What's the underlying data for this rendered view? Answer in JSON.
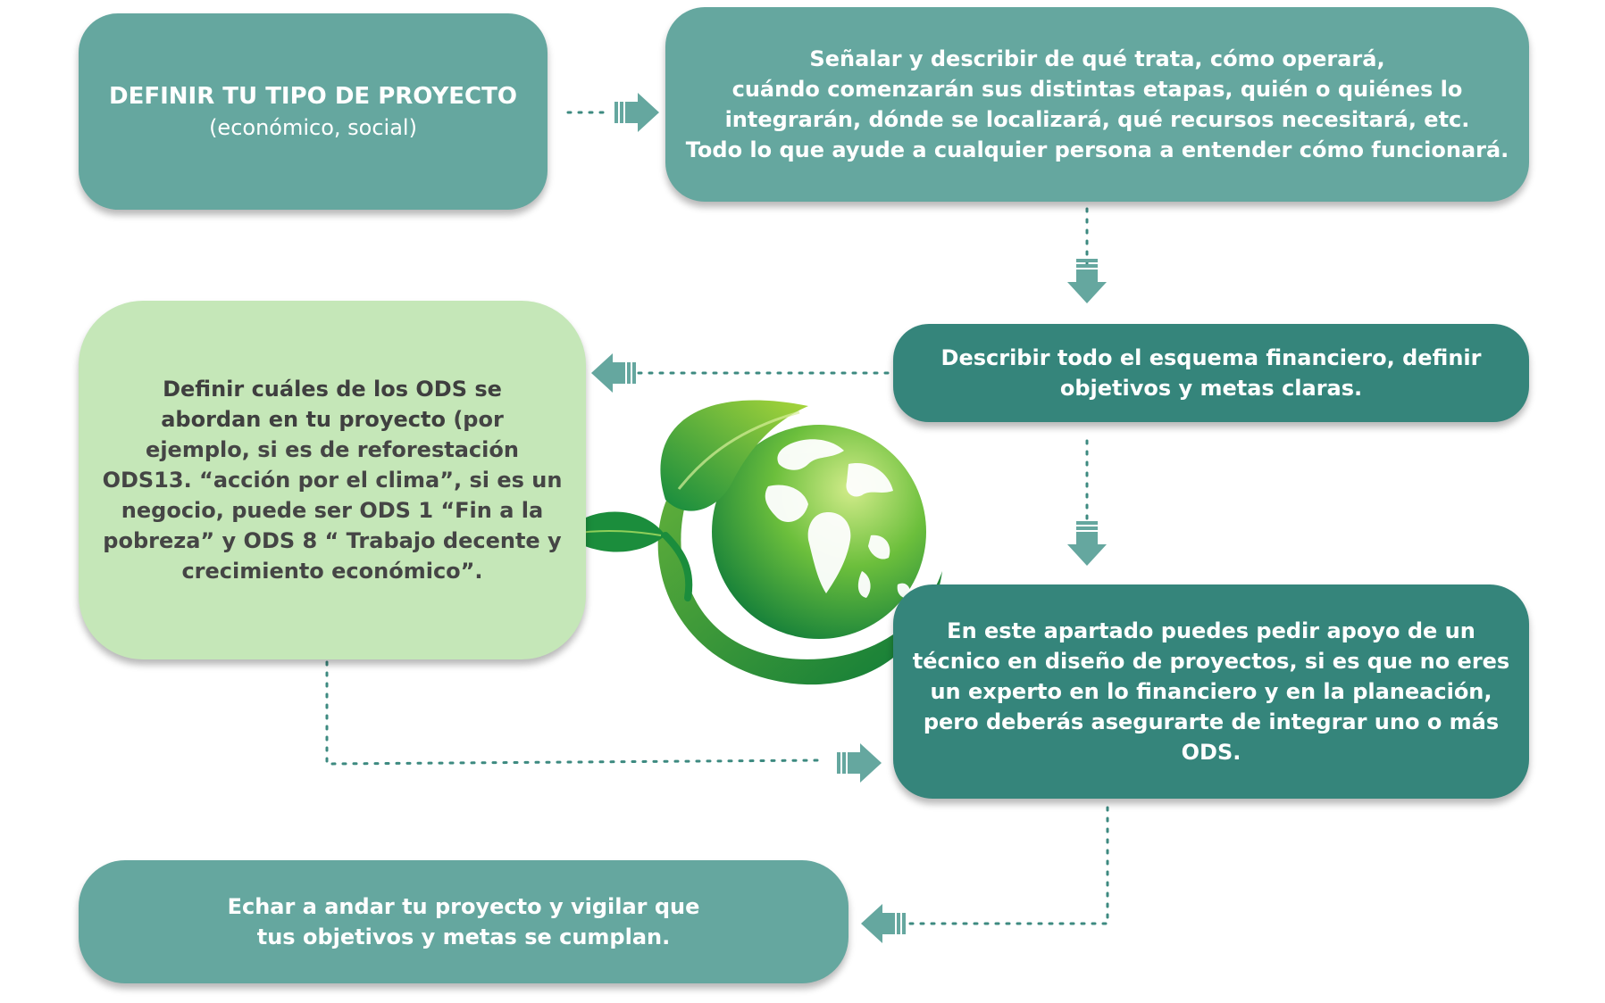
{
  "boxes": {
    "project_type": {
      "title": "DEFINIR TU TIPO DE PROYECTO",
      "subtitle": "(económico, social)"
    },
    "describe": {
      "lines": [
        "Señalar y describir de qué trata, cómo operará,",
        "cuándo comenzarán sus distintas etapas, quién o quiénes lo",
        "integrarán, dónde se localizará, qué recursos necesitará, etc.",
        "Todo lo que ayude a cualquier persona a entender cómo funcionará."
      ]
    },
    "financial": {
      "lines": [
        "Describir todo el esquema financiero, definir",
        "objetivos y metas claras."
      ]
    },
    "ods": {
      "bold_lines": [
        "Definir cuáles de los ODS se",
        "abordan en tu proyecto"
      ],
      "bold_tail": " (por",
      "lines": [
        "ejemplo, si es de reforestación",
        "ODS13. “acción por el clima”, si es un",
        "negocio, puede ser ODS 1 “Fin a la",
        "pobreza” y ODS 8 “ Trabajo decente y",
        "crecimiento económico”."
      ]
    },
    "support": {
      "lines": [
        "En este apartado puedes pedir apoyo de un",
        "técnico en diseño de proyectos, si es que no eres",
        "un experto en lo financiero y en la planeación,",
        "pero deberás asegurarte de integrar uno o más",
        "ODS."
      ]
    },
    "launch": {
      "lines": [
        "Echar a andar tu proyecto y vigilar que",
        "tus objetivos y metas se cumplan."
      ]
    }
  },
  "colors": {
    "teal": "#65a79f",
    "dark_teal": "#35857b",
    "light_green": "#c5e7b8",
    "connector": "#3d8a80"
  },
  "icons": {
    "center": "earth-leaf-icon"
  }
}
